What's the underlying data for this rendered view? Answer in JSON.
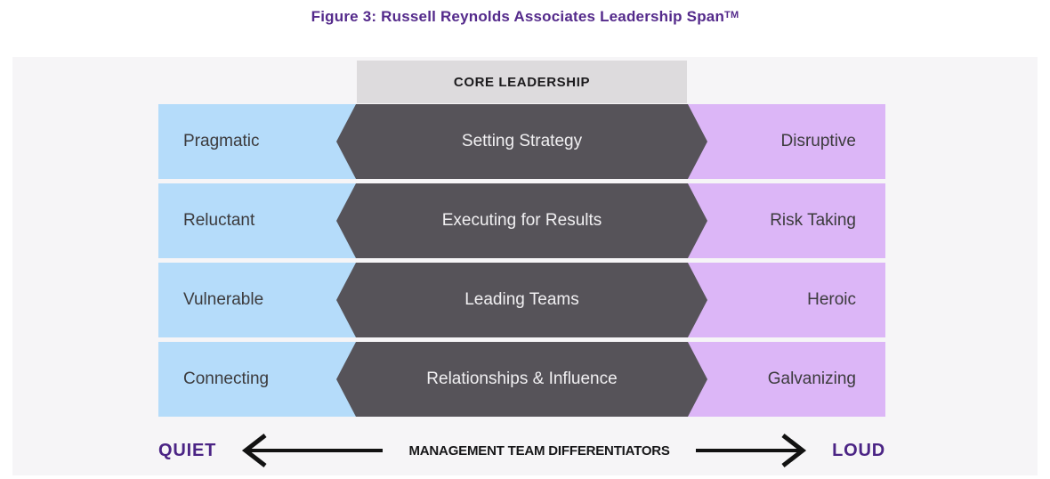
{
  "figure": {
    "title": "Figure 3: Russell Reynolds Associates Leadership Span",
    "trademark": "TM"
  },
  "core_header": "CORE LEADERSHIP",
  "rows": [
    {
      "left": "Pragmatic",
      "center": "Setting Strategy",
      "right": "Disruptive"
    },
    {
      "left": "Reluctant",
      "center": "Executing for Results",
      "right": "Risk Taking"
    },
    {
      "left": "Vulnerable",
      "center": "Leading Teams",
      "right": "Heroic"
    },
    {
      "left": "Connecting",
      "center": "Relationships & Influence",
      "right": "Galvanizing"
    }
  ],
  "footer": {
    "left_label": "QUIET",
    "center_label": "MANAGEMENT TEAM DIFFERENTIATORS",
    "right_label": "LOUD"
  },
  "colors": {
    "title_purple": "#542a8b",
    "quiet_loud_purple": "#4b2485",
    "left_column_blue": "#b5dcfa",
    "right_column_purple": "#dcb6f7",
    "center_hexagon_gray": "#565359",
    "core_header_bg": "#dddbdd",
    "panel_bg": "#f6f5f7",
    "arrow_black": "#121212"
  }
}
